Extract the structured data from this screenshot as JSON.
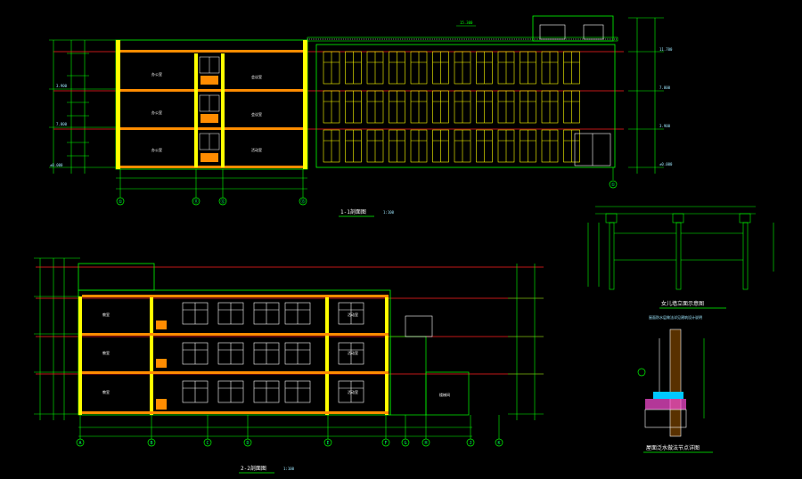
{
  "drawing": {
    "background": "#000000",
    "colors": {
      "green": "#00ff00",
      "cyan": "#00c8ff",
      "yellow": "#ffff00",
      "orange": "#ff8c00",
      "red": "#ff2020",
      "white": "#ffffff"
    }
  },
  "section_1_1": {
    "title": "1-1剖面图",
    "scale": "1:100",
    "axis_labels": [
      "①",
      "⑪",
      "⑫",
      "⑬",
      "①"
    ],
    "rooms": [
      "办公室",
      "办公室",
      "办公室",
      "会议室",
      "会议室",
      "活动室"
    ],
    "levels": [
      "±0.000",
      "3.900",
      "7.800",
      "11.700"
    ],
    "top_tag": "15.300"
  },
  "section_2_2": {
    "title": "2-2剖面图",
    "scale": "1:100",
    "axis_labels": [
      "A",
      "B",
      "C",
      "D",
      "E",
      "F",
      "G",
      "H",
      "J",
      "K"
    ],
    "rooms": [
      "教室",
      "教室",
      "教室",
      "活动室",
      "活动室",
      "活动室",
      "楼梯间"
    ]
  },
  "detail_parapet": {
    "title": "女儿墙立面示意图"
  },
  "detail_node": {
    "title": "屋面泛水做法节点详图",
    "note": "屋面防水层做法详见建筑设计说明"
  }
}
